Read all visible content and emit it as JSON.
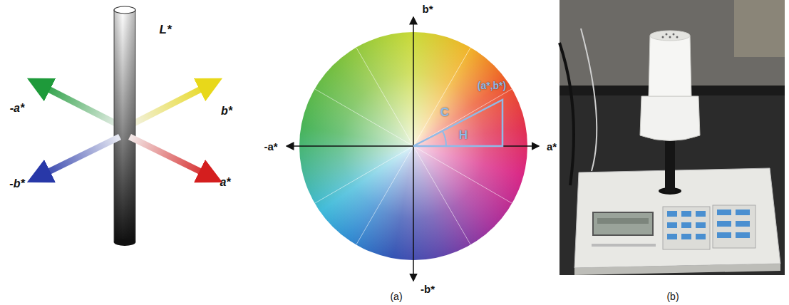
{
  "diagram": {
    "labels": [
      "L*",
      "-a*",
      "b*",
      "-b*",
      "a*",
      "b*",
      "-a*",
      "a*",
      "-b*",
      "C",
      "H",
      "(a*,b*)",
      "(a)",
      "(b)"
    ]
  }
}
